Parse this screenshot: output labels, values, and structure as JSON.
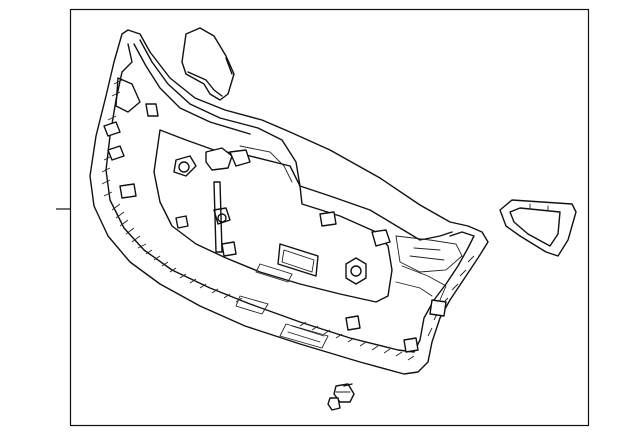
{
  "diagram": {
    "kind": "exploded parts diagram",
    "callouts": [],
    "parts": [
      {
        "id": "liftgate-trim-panel"
      },
      {
        "id": "upper-left-garnish"
      },
      {
        "id": "right-handle-bezel"
      },
      {
        "id": "push-pin-clip"
      }
    ],
    "colors": {
      "line": "#111111",
      "background": "#ffffff"
    }
  }
}
